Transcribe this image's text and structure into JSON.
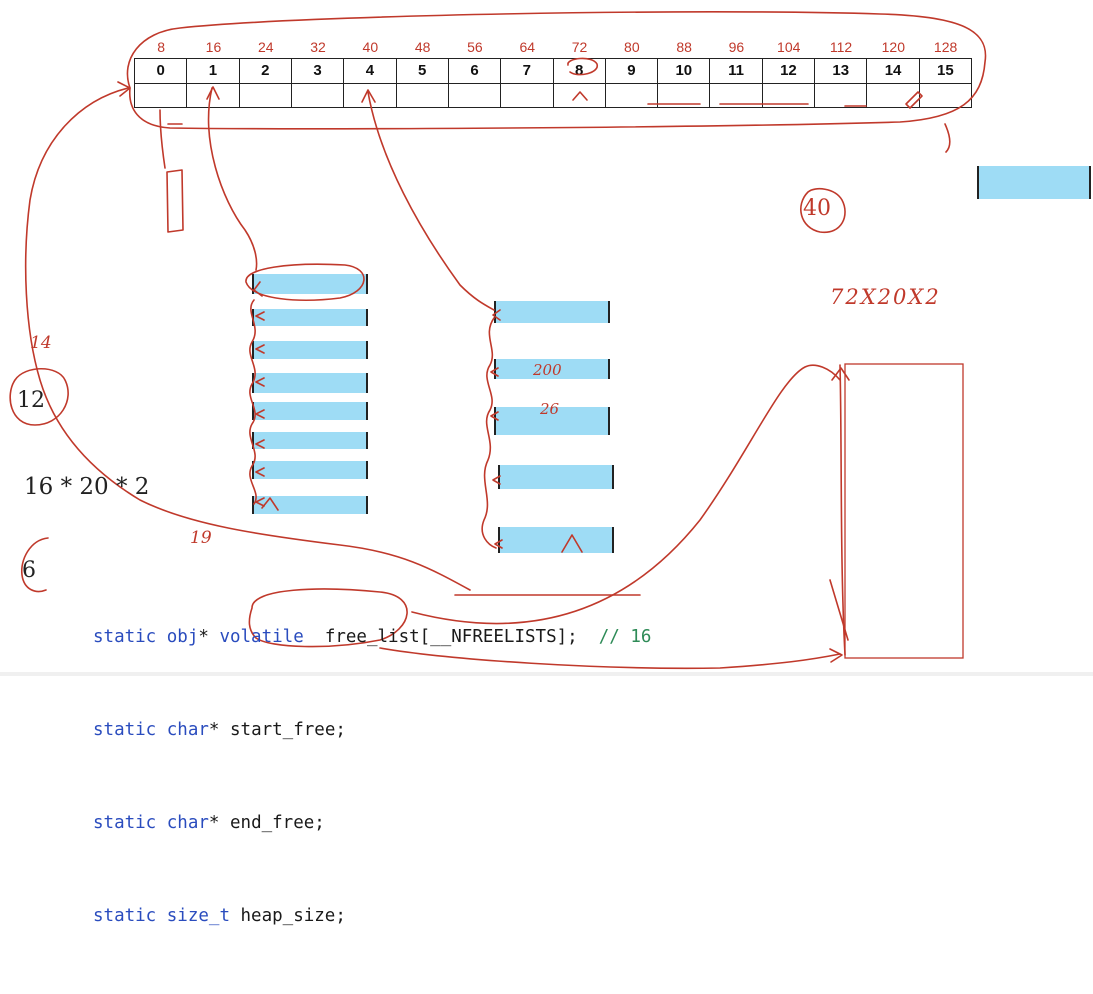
{
  "table": {
    "sizes": [
      "8",
      "16",
      "24",
      "32",
      "40",
      "48",
      "56",
      "64",
      "72",
      "80",
      "88",
      "96",
      "104",
      "112",
      "120",
      "128"
    ],
    "indices": [
      "0",
      "1",
      "2",
      "3",
      "4",
      "5",
      "6",
      "7",
      "8",
      "9",
      "10",
      "11",
      "12",
      "13",
      "14",
      "15"
    ]
  },
  "annotations": {
    "forty": "40",
    "formula_right": "72X20X2",
    "fourteen": "14",
    "twelve": "12",
    "nineteen": "19",
    "two_hundred": "200",
    "twenty_six": "26",
    "formula_left": "16 * 20 * 2",
    "six": "6"
  },
  "code": {
    "line1": {
      "kw1": "static ",
      "kw2": "obj",
      "t1": "* ",
      "kw3": "volatile",
      "t2": "  free_list[__NFREELISTS];  ",
      "comment": "// 16"
    },
    "line2": {
      "kw1": "static ",
      "kw2": "char",
      "t1": "* start_free;"
    },
    "line3": {
      "kw1": "static ",
      "kw2": "char",
      "t1": "* end_free;"
    },
    "line4": {
      "kw1": "static ",
      "kw2": "size_t",
      "t1": " heap_size;"
    }
  },
  "colors": {
    "ink": "#c0392b",
    "block": "#9edcf5",
    "keyword": "#2a4cbe",
    "comment": "#2e8b57"
  }
}
